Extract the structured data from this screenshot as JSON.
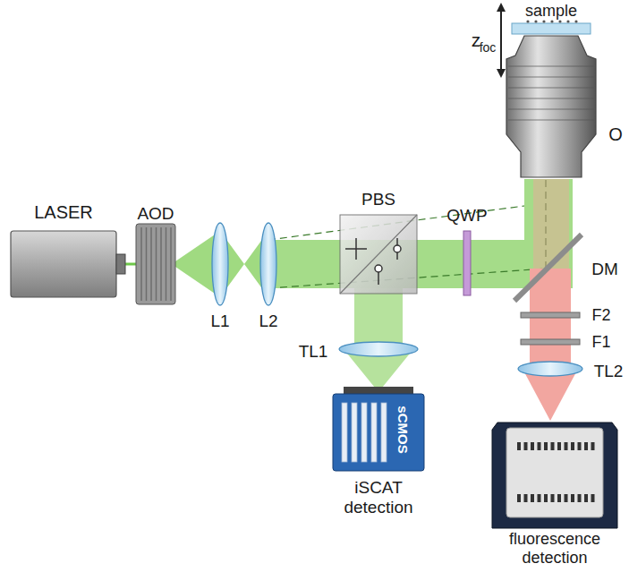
{
  "diagram": {
    "nodes": [
      {
        "text": [
          "LASER"
        ]
      },
      {
        "text": [
          "sCMOS",
          "iSCAT detection"
        ]
      },
      {
        "text": [
          "fluorescence detection"
        ]
      }
    ],
    "labels": [
      "AOD",
      "L1",
      "L2",
      "PBS",
      "QWP",
      "TL1",
      "sample",
      "z",
      "foc",
      "O",
      "DM",
      "F2",
      "F1",
      "TL2"
    ]
  }
}
